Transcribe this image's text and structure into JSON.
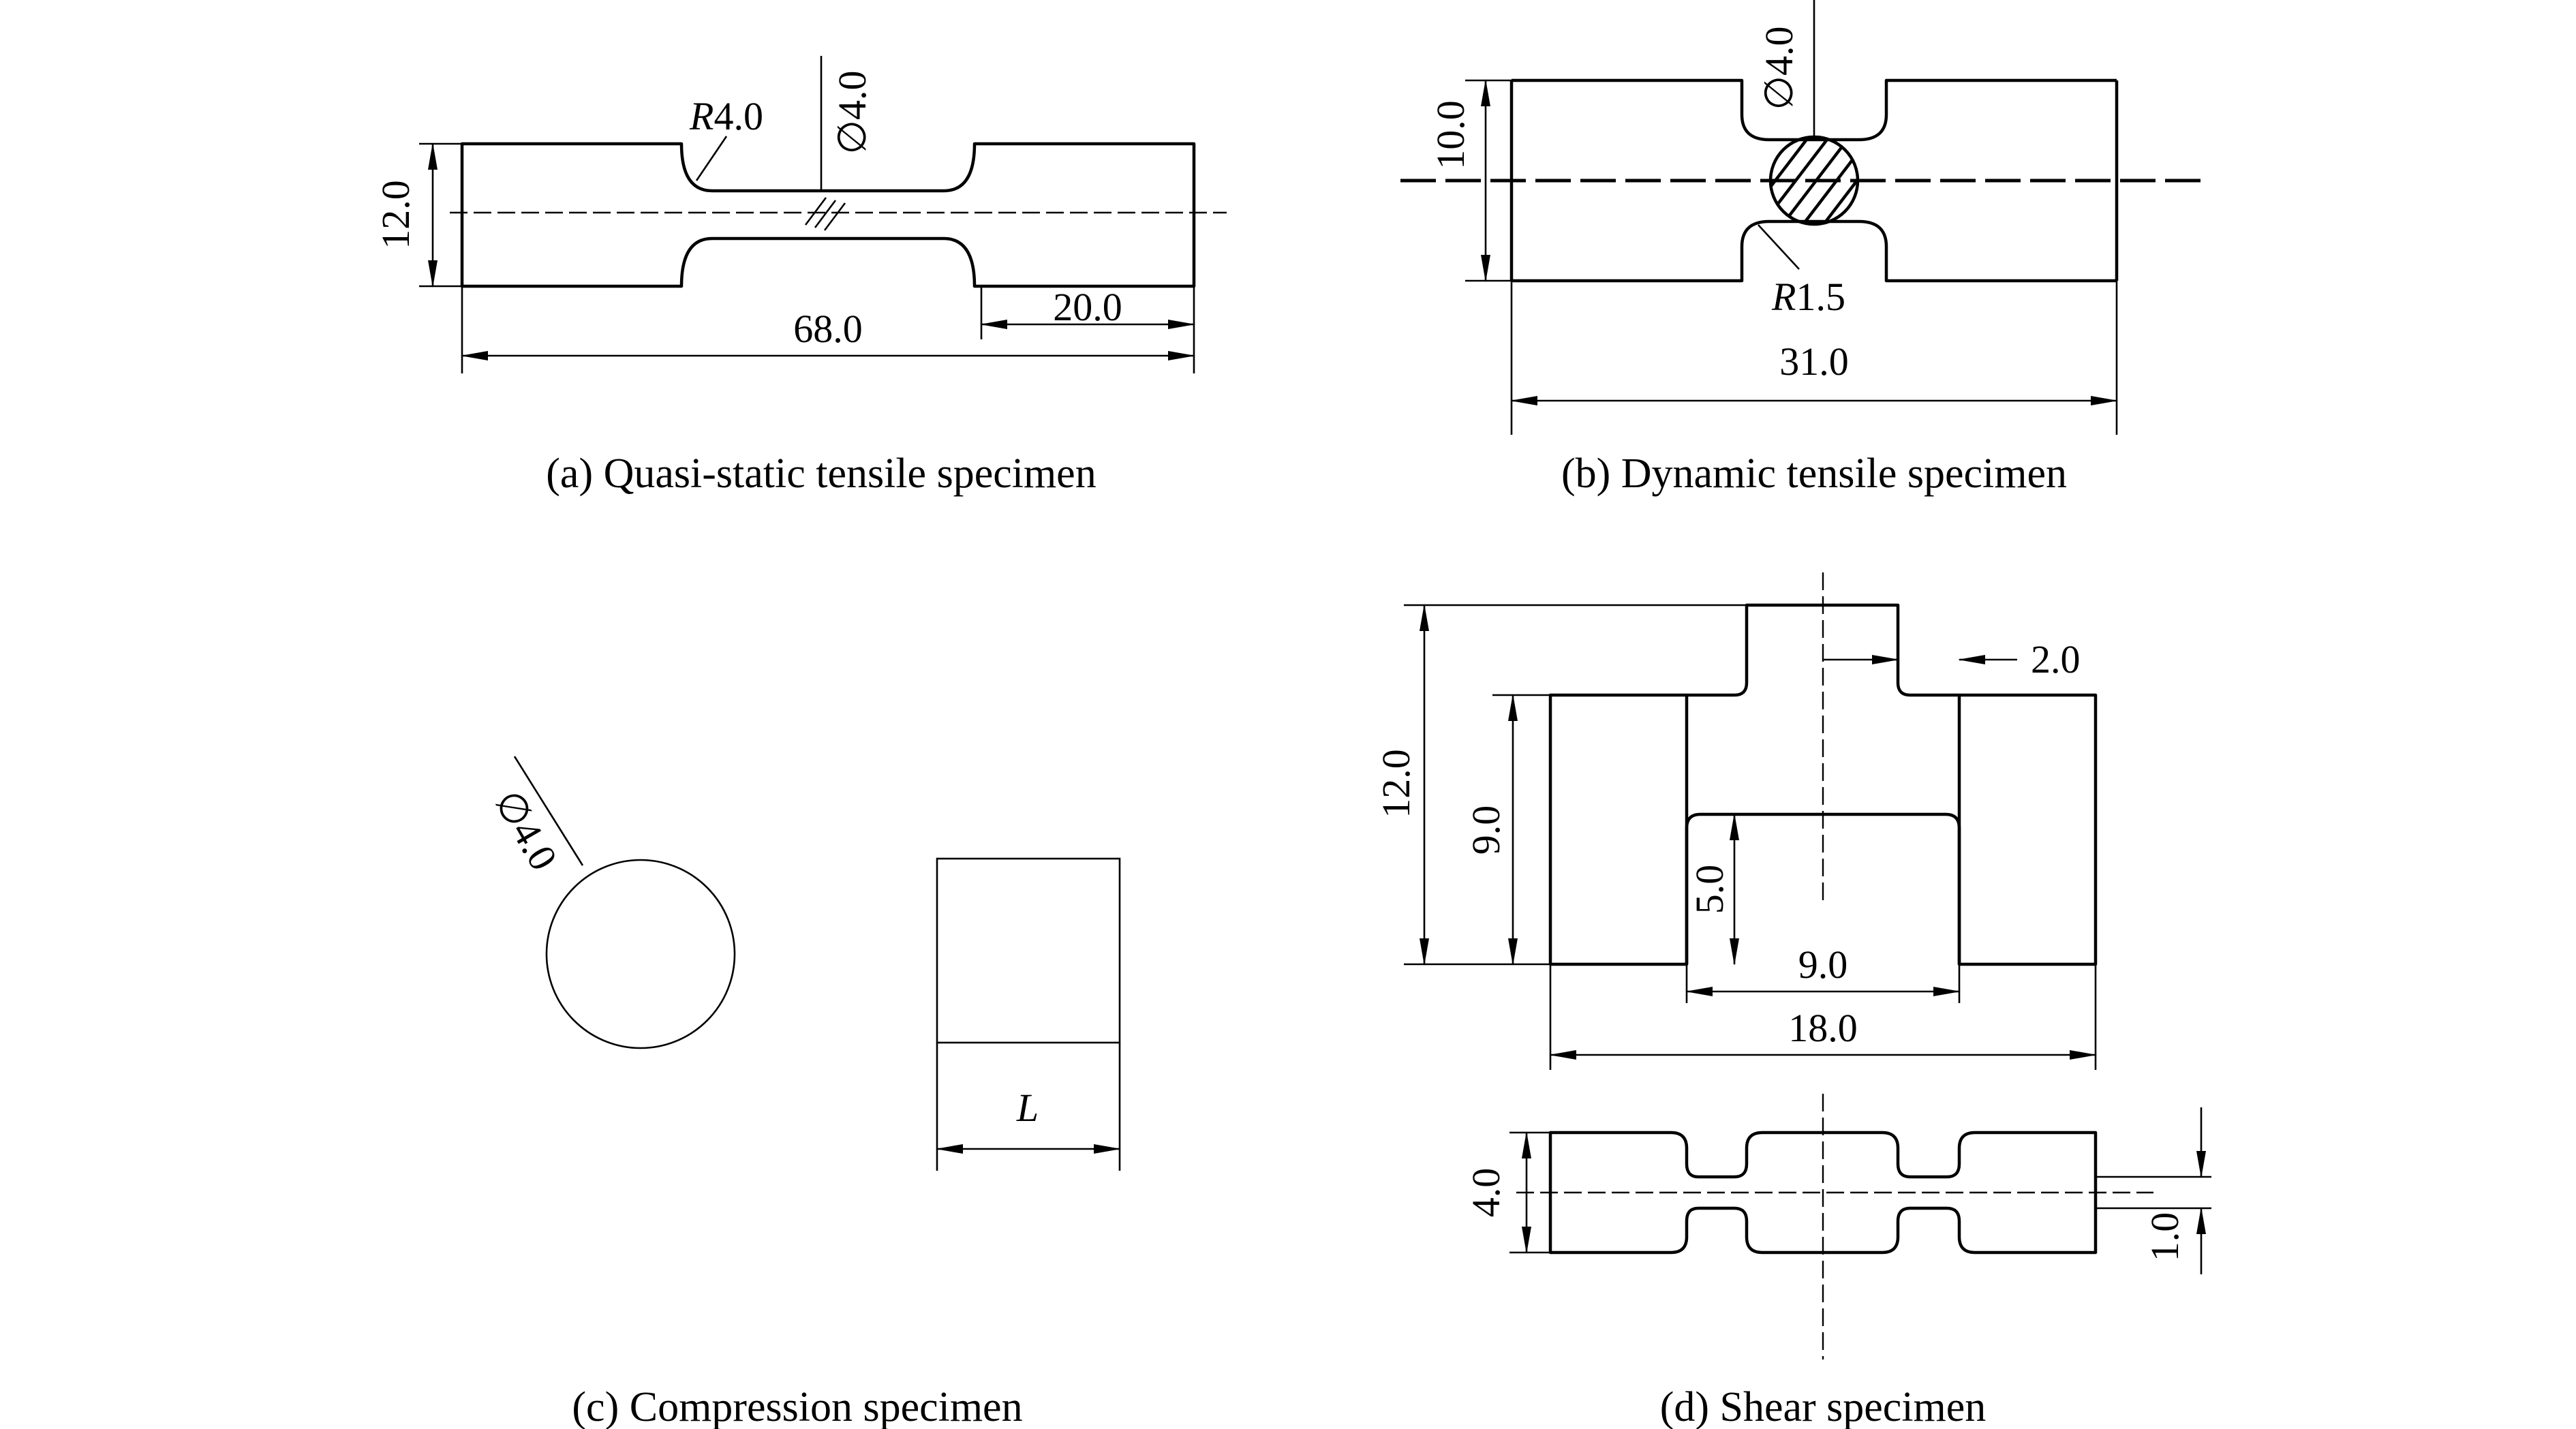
{
  "panel_a": {
    "caption": "(a) Quasi-static tensile specimen",
    "radius_label_italic": "R",
    "radius_label_value": "4.0",
    "diameter_label": "∅4.0",
    "height_label": "12.0",
    "length_label": "68.0",
    "grip_length_label": "20.0"
  },
  "panel_b": {
    "caption": "(b) Dynamic tensile specimen",
    "diameter_label": "∅4.0",
    "height_label": "10.0",
    "radius_label_italic": "R",
    "radius_label_value": "1.5",
    "length_label": "31.0"
  },
  "panel_c": {
    "caption": "(c) Compression specimen",
    "diameter_label": "∅4.0",
    "length_label": "L"
  },
  "panel_d": {
    "caption": "(d) Shear specimen",
    "offset_label": "2.0",
    "height_outer_label": "12.0",
    "height_side_label": "9.0",
    "height_inner_label": "5.0",
    "width_inner_label": "9.0",
    "width_outer_label": "18.0",
    "thickness_label": "4.0",
    "gap_label": "1.0"
  }
}
